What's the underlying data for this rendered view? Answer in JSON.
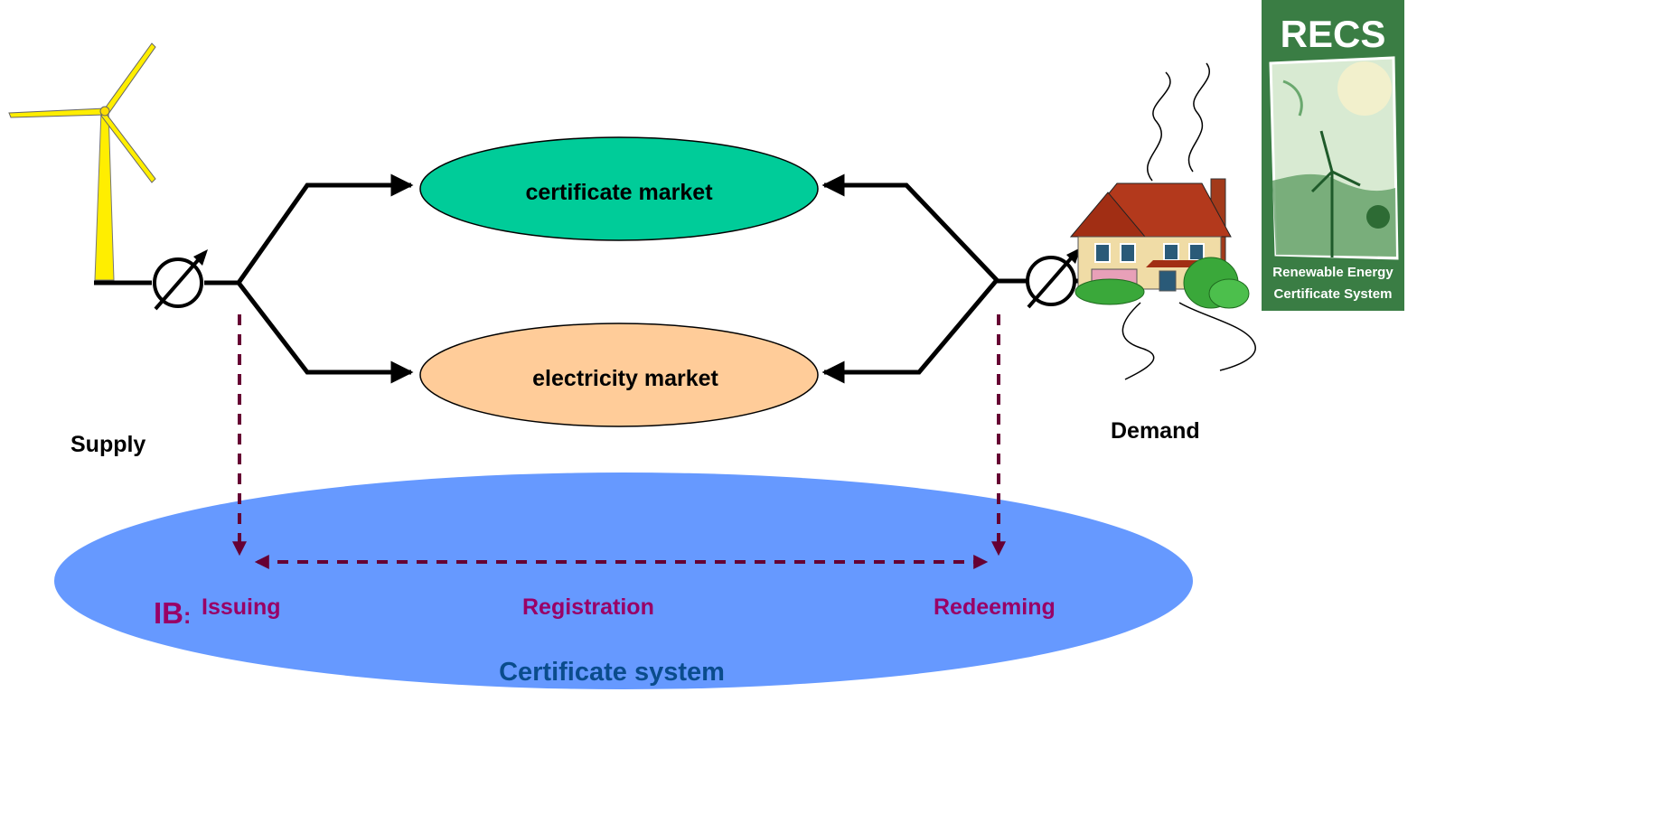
{
  "markets": {
    "certificate": "certificate market",
    "electricity": "electricity market"
  },
  "labels": {
    "supply": "Supply",
    "demand": "Demand"
  },
  "certificate_system": {
    "title": "Certificate system",
    "ib_prefix": "IB",
    "ib_colon": ":",
    "issuing": "Issuing",
    "registration": "Registration",
    "redeeming": "Redeeming"
  },
  "logo": {
    "brand": "RECS",
    "line1": "Renewable Energy",
    "line2": "Certificate System"
  },
  "colors": {
    "certificate_market_fill": "#00cc99",
    "electricity_market_fill": "#ffcc99",
    "certificate_system_fill": "#6699ff",
    "certificate_system_text": "#0a4c8c",
    "flow_text": "#990066",
    "dashed_line": "#660033",
    "logo_green": "#3a7d44"
  },
  "icons": {
    "supply": "wind-turbine-icon",
    "demand": "house-icon",
    "meter": "meter-icon"
  }
}
